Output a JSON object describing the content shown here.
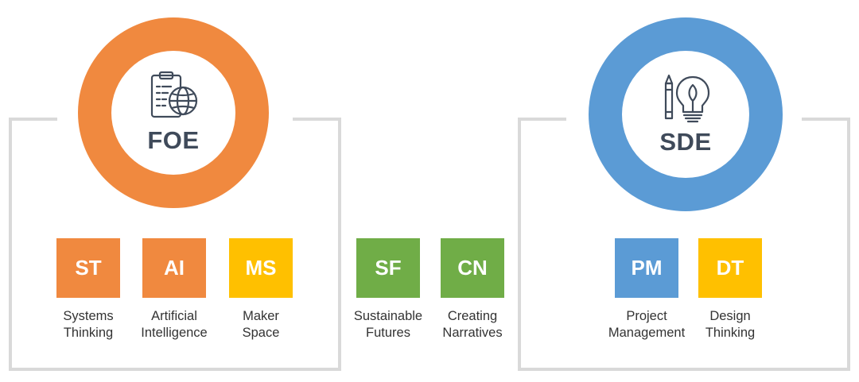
{
  "colors": {
    "orange": "#f0893f",
    "blue": "#5b9bd5",
    "yellow": "#ffc000",
    "green": "#70ad47",
    "bracket": "#d9d9d9",
    "label": "#3f4a5a"
  },
  "foe": {
    "label": "FOE",
    "icon": "clipboard-globe-icon"
  },
  "sde": {
    "label": "SDE",
    "icon": "pencil-lightbulb-icon"
  },
  "tiles": [
    {
      "abbr": "ST",
      "line1": "Systems",
      "line2": "Thinking",
      "color": "orange"
    },
    {
      "abbr": "AI",
      "line1": "Artificial",
      "line2": "Intelligence",
      "color": "orange"
    },
    {
      "abbr": "MS",
      "line1": "Maker",
      "line2": "Space",
      "color": "yellow"
    },
    {
      "abbr": "SF",
      "line1": "Sustainable",
      "line2": "Futures",
      "color": "green"
    },
    {
      "abbr": "CN",
      "line1": "Creating",
      "line2": "Narratives",
      "color": "green"
    },
    {
      "abbr": "PM",
      "line1": "Project",
      "line2": "Management",
      "color": "blue"
    },
    {
      "abbr": "DT",
      "line1": "Design",
      "line2": "Thinking",
      "color": "yellow"
    }
  ]
}
